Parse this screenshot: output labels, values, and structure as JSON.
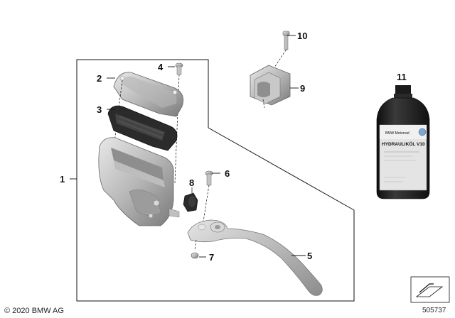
{
  "diagram": {
    "callouts": [
      {
        "id": "1",
        "label": "1"
      },
      {
        "id": "2",
        "label": "2"
      },
      {
        "id": "3",
        "label": "3"
      },
      {
        "id": "4",
        "label": "4"
      },
      {
        "id": "5",
        "label": "5"
      },
      {
        "id": "6",
        "label": "6"
      },
      {
        "id": "7",
        "label": "7"
      },
      {
        "id": "8",
        "label": "8"
      },
      {
        "id": "9",
        "label": "9"
      },
      {
        "id": "10",
        "label": "10"
      },
      {
        "id": "11",
        "label": "11"
      }
    ],
    "bottle": {
      "brand": "BMW Motorrad",
      "product": "HYDRAULIKÖL V10"
    },
    "parts": [
      "brake-fluid-reservoir-housing",
      "reservoir-cover",
      "reservoir-diaphragm",
      "cover-screw",
      "hand-lever",
      "pivot-bolt",
      "pivot-nut",
      "rubber-boot",
      "clamp",
      "clamp-screw",
      "hydraulic-oil-bottle"
    ]
  },
  "footer": {
    "copyright": "© 2020 BMW AG",
    "doc_number": "505737"
  },
  "colors": {
    "metal_light": "#d4d4d4",
    "metal_mid": "#a8a8a8",
    "metal_dark": "#6e6e6e",
    "rubber": "#2a2a2a",
    "bottle_body": "#1e1e1e",
    "label": "#e6e6e6",
    "line": "#111111"
  }
}
